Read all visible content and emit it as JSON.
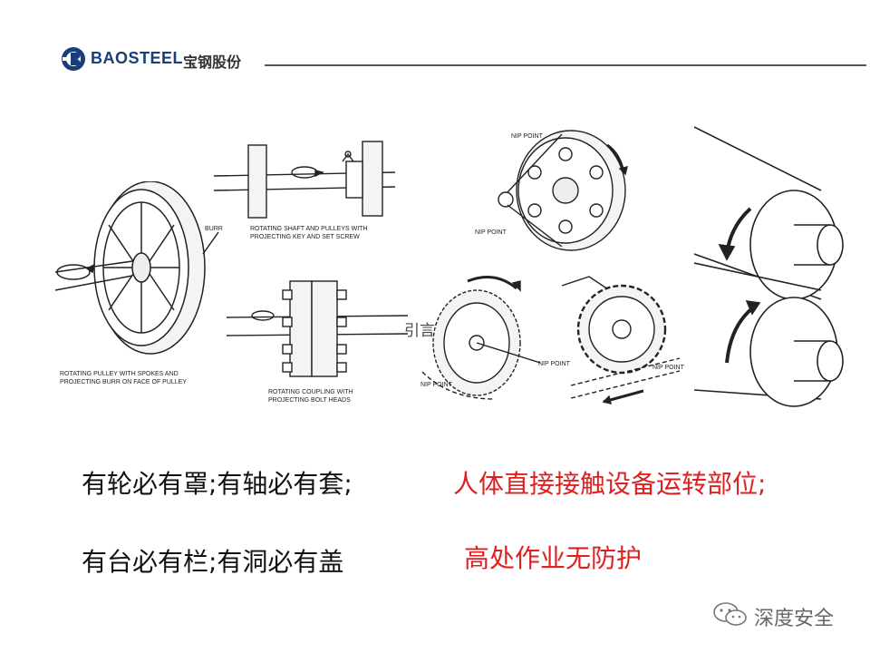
{
  "header": {
    "logo_text": "BAOSTEEL",
    "logo_cn": "宝钢股份"
  },
  "figures": {
    "pulley": {
      "burr_label": "BURR",
      "caption_1": "ROTATING PULLEY WITH SPOKES AND",
      "caption_2": "PROJECTING BURR ON FACE OF PULLEY"
    },
    "shaft": {
      "caption_1": "ROTATING SHAFT AND PULLEYS WITH",
      "caption_2": "PROJECTING KEY AND SET SCREW"
    },
    "coupling": {
      "caption_1": "ROTATING COUPLING WITH",
      "caption_2": "PROJECTING BOLT HEADS"
    },
    "belt": {
      "nip_top": "NIP POINT",
      "nip_bottom": "NIP POINT"
    },
    "chain": {
      "nip": "NIP POINT"
    },
    "gear": {
      "nip_left": "NIP POINT",
      "nip_right": "NIP POINT"
    },
    "yinyan": "引言"
  },
  "rules": {
    "line1": "有轮必有罩;有轴必有套;",
    "line2": "有台必有栏;有洞必有盖"
  },
  "risks": {
    "line1": "人体直接接触设备运转部位;",
    "line2": "高处作业无防护"
  },
  "watermark": {
    "text": "深度安全"
  },
  "colors": {
    "brand_blue": "#1b3d7a",
    "risk_red": "#e02020"
  }
}
